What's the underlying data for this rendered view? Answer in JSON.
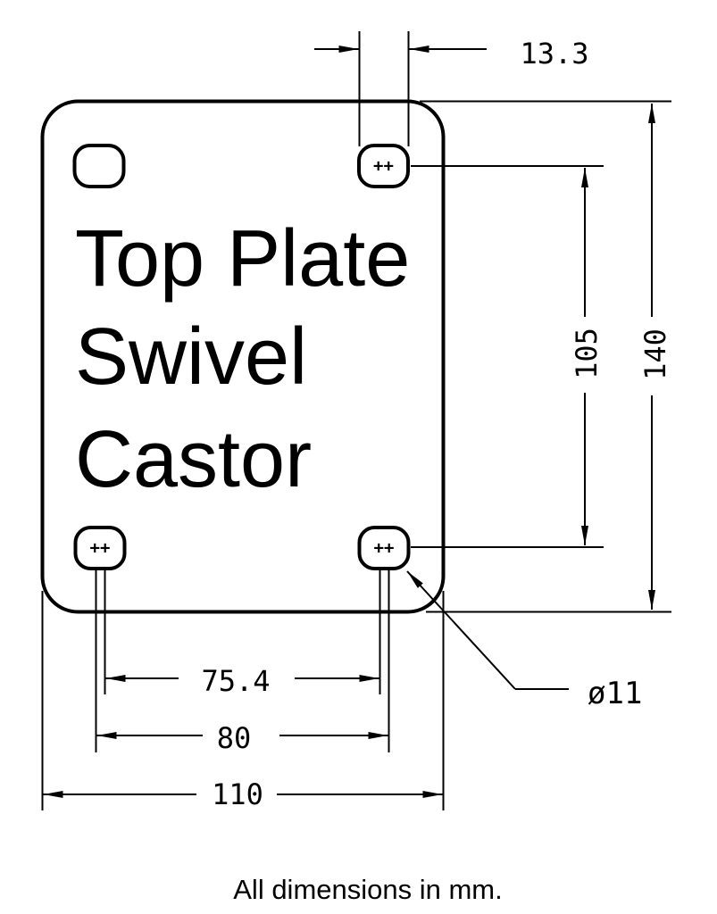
{
  "drawing_title": [
    "Top Plate",
    "Swivel",
    "Castor"
  ],
  "note": "All dimensions in mm.",
  "dimensions": {
    "slot_length": "13.3",
    "hole_spacing_vertical": "105",
    "plate_length": "140",
    "hole_spacing_inner": "75.4",
    "hole_spacing_horizontal": "80",
    "plate_width": "110",
    "hole_diameter": "ø11"
  },
  "hole_center_mark": "++",
  "colors": {
    "line": "#000000",
    "background": "#ffffff"
  }
}
